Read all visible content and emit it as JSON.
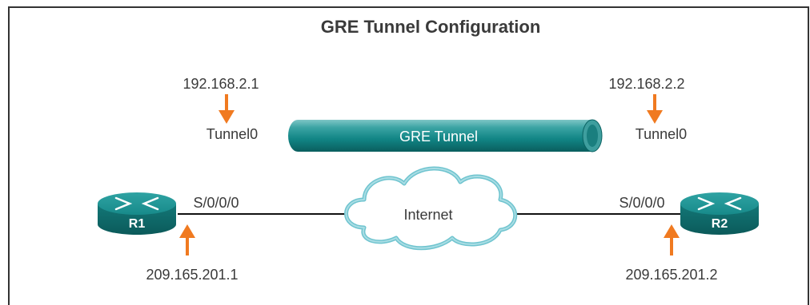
{
  "diagram": {
    "title": "GRE Tunnel Configuration",
    "tunnel": {
      "label": "GRE Tunnel",
      "left": {
        "ip": "192.168.2.1",
        "interface": "Tunnel0"
      },
      "right": {
        "ip": "192.168.2.2",
        "interface": "Tunnel0"
      }
    },
    "cloud": {
      "label": "Internet"
    },
    "routers": [
      {
        "name": "R1",
        "interface": "S/0/0/0",
        "ip": "209.165.201.1"
      },
      {
        "name": "R2",
        "interface": "S/0/0/0",
        "ip": "209.165.201.2"
      }
    ],
    "colors": {
      "tunnel": "#148a8a",
      "router": "#158b8b",
      "arrow": "#f07a20",
      "cloud_stroke": "#6fc4cf"
    }
  }
}
